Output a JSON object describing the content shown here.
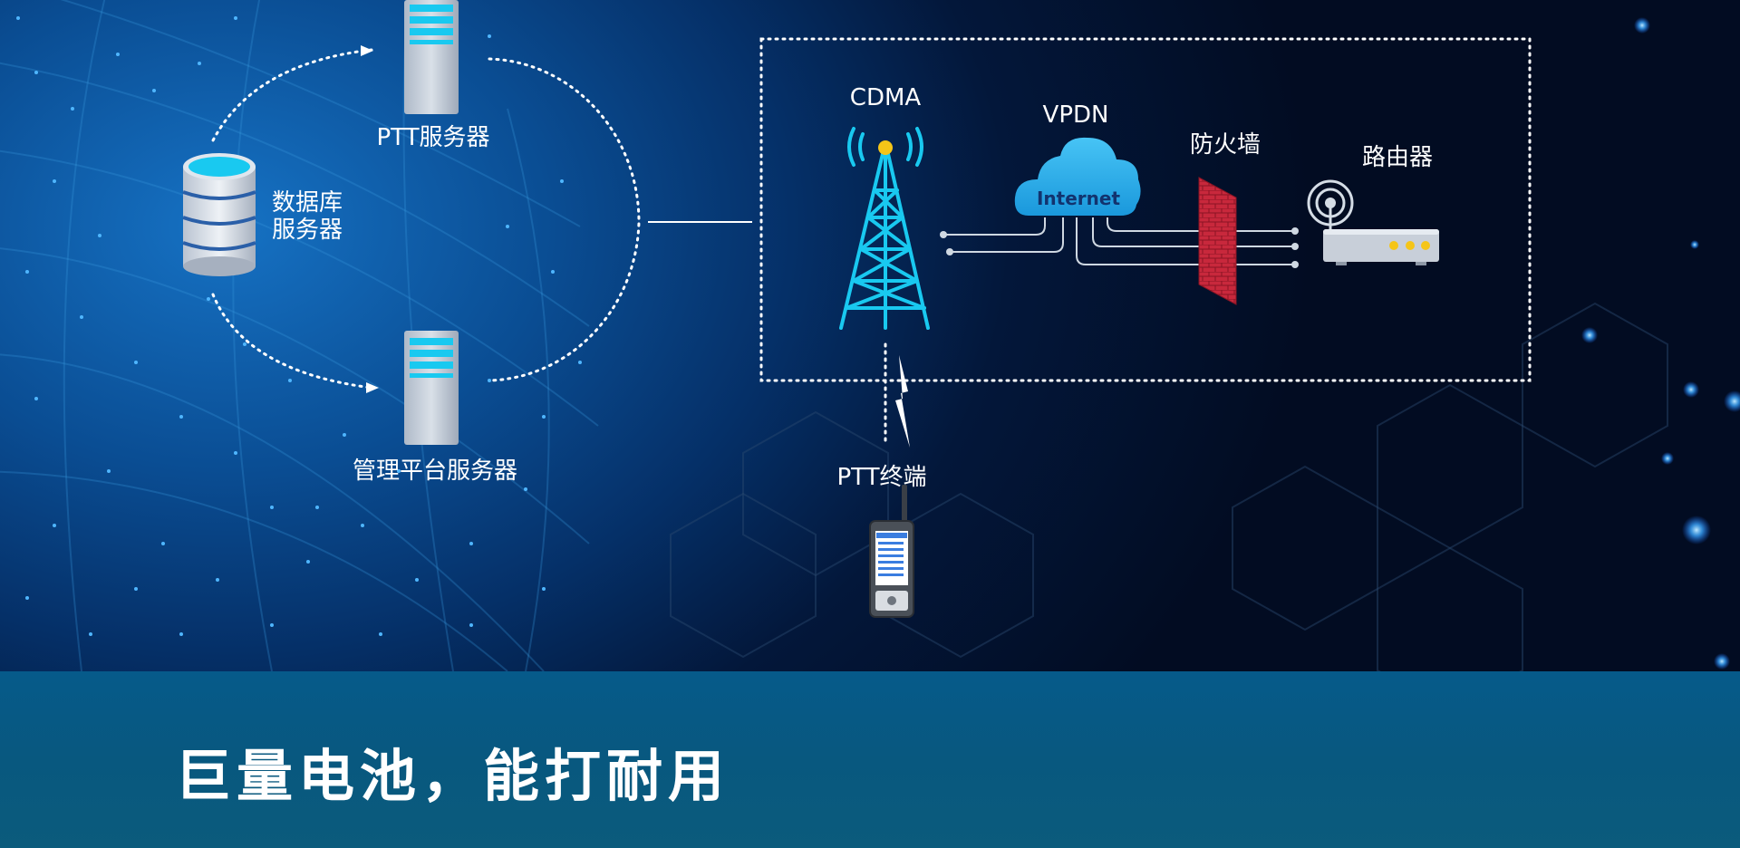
{
  "diagram": {
    "ptt_server_label": "PTT服务器",
    "db_server_label_line1": "数据库",
    "db_server_label_line2": "服务器",
    "mgmt_server_label": "管理平台服务器",
    "cdma_label": "CDMA",
    "vpdn_label": "VPDN",
    "internet_label": "Internet",
    "firewall_label": "防火墙",
    "router_label": "路由器",
    "ptt_terminal_label": "PTT终端"
  },
  "headline": "巨量电池，能打耐用",
  "colors": {
    "accent_cyan": "#19c9f0",
    "cloud_blue": "#29aee8",
    "firewall_red": "#c8283c",
    "router_led": "#f5c518"
  }
}
